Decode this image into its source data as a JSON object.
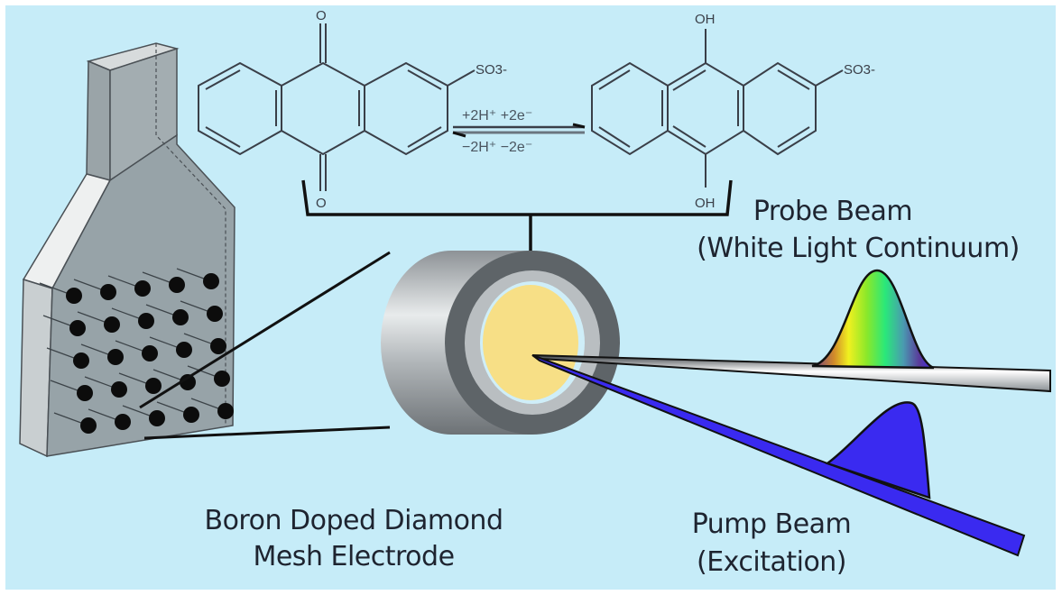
{
  "figure": {
    "description": "Schematic of spectroelectrochemical setup with boron doped diamond mesh electrode and pump-probe beams",
    "background_color": "#c6ecf8"
  },
  "reaction": {
    "reactant_substituent": "SO3-",
    "reactant_groups": [
      "O",
      "O"
    ],
    "product_substituent": "SO3-",
    "product_groups": [
      "OH",
      "OH"
    ],
    "forward_label": "+2H⁺ +2e⁻",
    "reverse_label": "−2H⁺ −2e⁻"
  },
  "labels": {
    "electrode_line1": "Boron Doped Diamond",
    "electrode_line2": "Mesh Electrode",
    "probe_line1": "Probe Beam",
    "probe_line2": "(White Light Continuum)",
    "pump_line1": "Pump Beam",
    "pump_line2": "(Excitation)"
  },
  "colors": {
    "pump_beam": "#3a2af0",
    "spot": "#f7df86",
    "electrode_body": "#97a3a8",
    "spectrum": [
      "#6b3a8a",
      "#d28a2a",
      "#f0f020",
      "#8ae82a",
      "#2ae87a",
      "#4a9ab0",
      "#3a2af0"
    ]
  }
}
